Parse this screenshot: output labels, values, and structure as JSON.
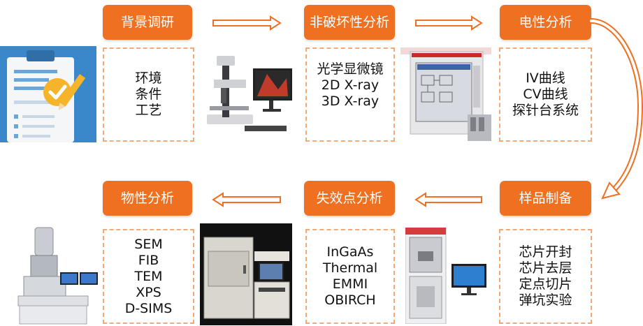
{
  "steps": {
    "background": {
      "title": "背景调研",
      "items": [
        "环境",
        "条件",
        "工艺"
      ]
    },
    "nondestructive": {
      "title": "非破坏性分析",
      "items": [
        "光学显微镜",
        "2D X-ray",
        "3D X-ray"
      ]
    },
    "electrical": {
      "title": "电性分析",
      "items": [
        "IV曲线",
        "CV曲线",
        "探针台系统"
      ]
    },
    "sample_prep": {
      "title": "样品制备",
      "items": [
        "芯片开封",
        "芯片去层",
        "定点切片",
        "弹坑实验"
      ]
    },
    "failure_point": {
      "title": "失效点分析",
      "items": [
        "InGaAs",
        "Thermal",
        "EMMI",
        "OBIRCH"
      ]
    },
    "physical": {
      "title": "物性分析",
      "items": [
        "SEM",
        "FIB",
        "TEM",
        "XPS",
        "D-SIMS"
      ]
    }
  },
  "colors": {
    "accent": "#ee7020",
    "dashed_border": "#f3a978",
    "clipboard_bg": "#3a87c9"
  }
}
